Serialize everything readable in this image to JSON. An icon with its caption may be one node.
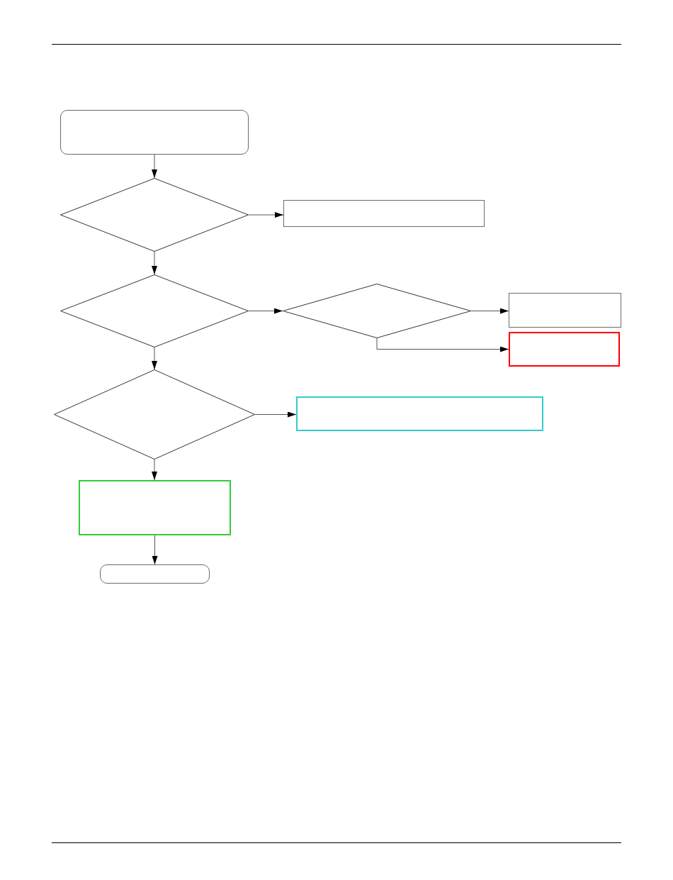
{
  "diagram": {
    "nodes": [
      {
        "text": [],
        "shape": "rounded"
      },
      {
        "text": [],
        "shape": "diamond"
      },
      {
        "text": [],
        "shape": "box"
      },
      {
        "text": [],
        "shape": "diamond"
      },
      {
        "text": [],
        "shape": "diamond"
      },
      {
        "text": [],
        "shape": "box"
      },
      {
        "text": [],
        "shape": "box"
      },
      {
        "text": [],
        "shape": "diamond"
      },
      {
        "text": [],
        "shape": "box"
      },
      {
        "text": [],
        "shape": "box"
      },
      {
        "text": [],
        "shape": "rounded"
      }
    ],
    "edges": [
      {
        "from": 0,
        "to": 1,
        "arrow": "to"
      },
      {
        "from": 1,
        "to": 2,
        "arrow": "to"
      },
      {
        "from": 1,
        "to": 3,
        "arrow": "to"
      },
      {
        "from": 3,
        "to": 4,
        "arrow": "to"
      },
      {
        "from": 4,
        "to": 5,
        "arrow": "to"
      },
      {
        "from": 4,
        "to": 6,
        "arrow": "to"
      },
      {
        "from": 3,
        "to": 7,
        "arrow": "to"
      },
      {
        "from": 7,
        "to": 8,
        "arrow": "to"
      },
      {
        "from": 7,
        "to": 9,
        "arrow": "to"
      },
      {
        "from": 9,
        "to": 10,
        "arrow": "to"
      }
    ]
  }
}
